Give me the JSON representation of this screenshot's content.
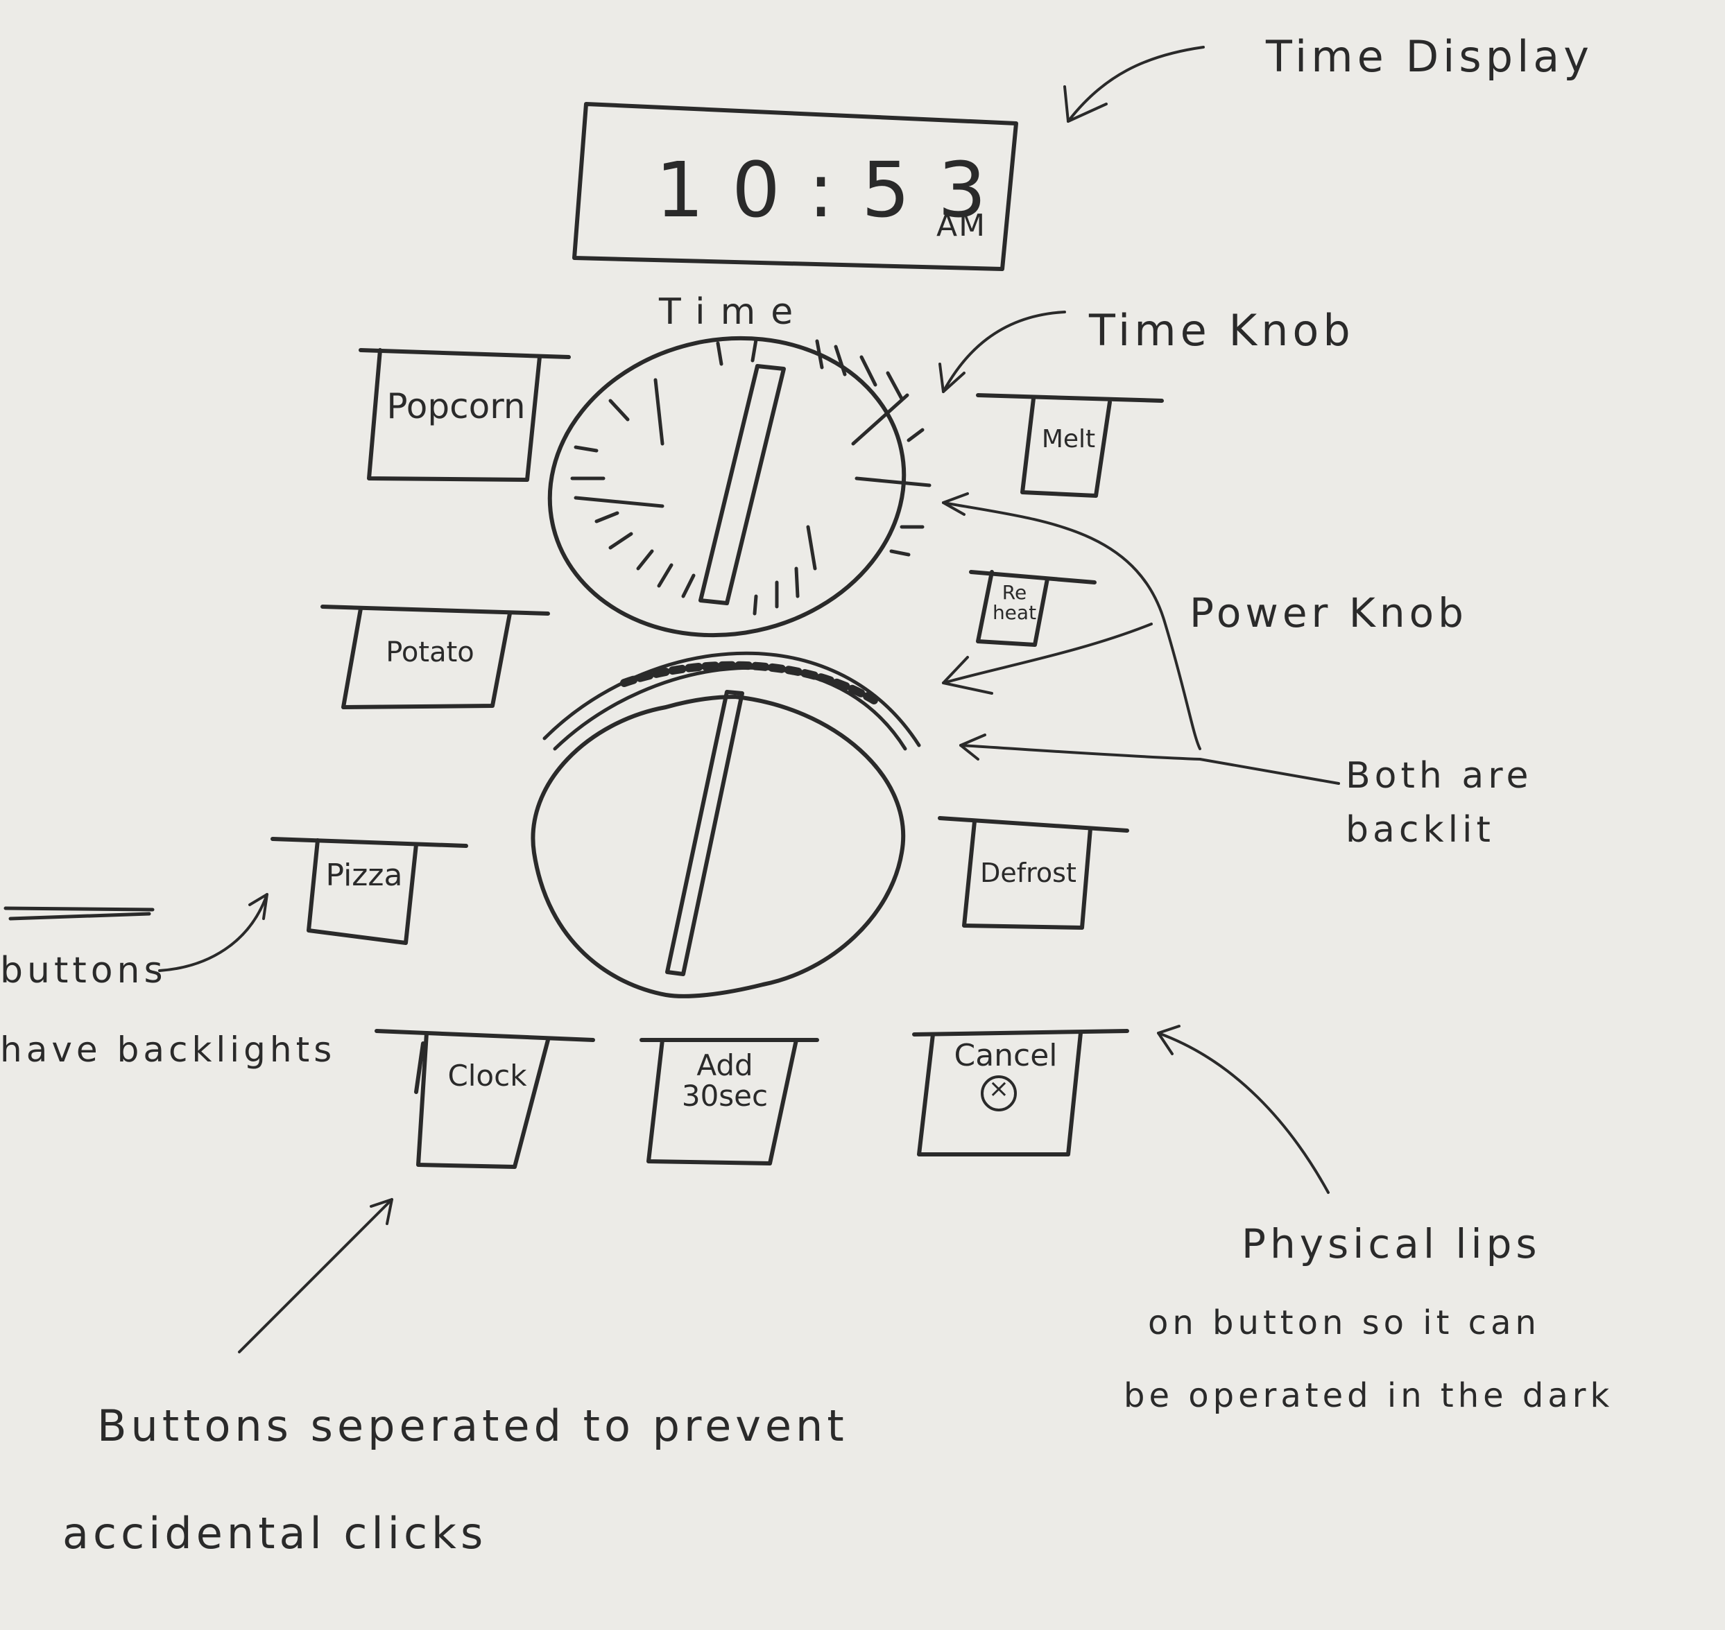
{
  "display": {
    "time": "10:53",
    "ampm": "AM"
  },
  "knobs": {
    "time_label": "Time"
  },
  "buttons": {
    "popcorn": "Popcorn",
    "potato": "Potato",
    "pizza": "Pizza",
    "melt": "Melt",
    "reheat": "Re heat",
    "defrost": "Defrost",
    "clock": "Clock",
    "add30": "Add 30sec",
    "cancel": "Cancel",
    "cancel_glyph": "×"
  },
  "annotations": {
    "time_display": "Time Display",
    "time_knob": "Time Knob",
    "power_knob": "Power Knob",
    "both_backlit": "Both are backlit",
    "buttons_backlights_line1": "buttons",
    "buttons_backlights_line2": "have backlights",
    "separated_line1": "Buttons seperated to prevent",
    "separated_line2": "accidental clicks",
    "lips_line1": "Physical lips",
    "lips_line2": "on button so it can",
    "lips_line3": "be operated in the dark"
  },
  "colors": {
    "paper": "#ecebe7",
    "ink": "#2a2a2a"
  }
}
